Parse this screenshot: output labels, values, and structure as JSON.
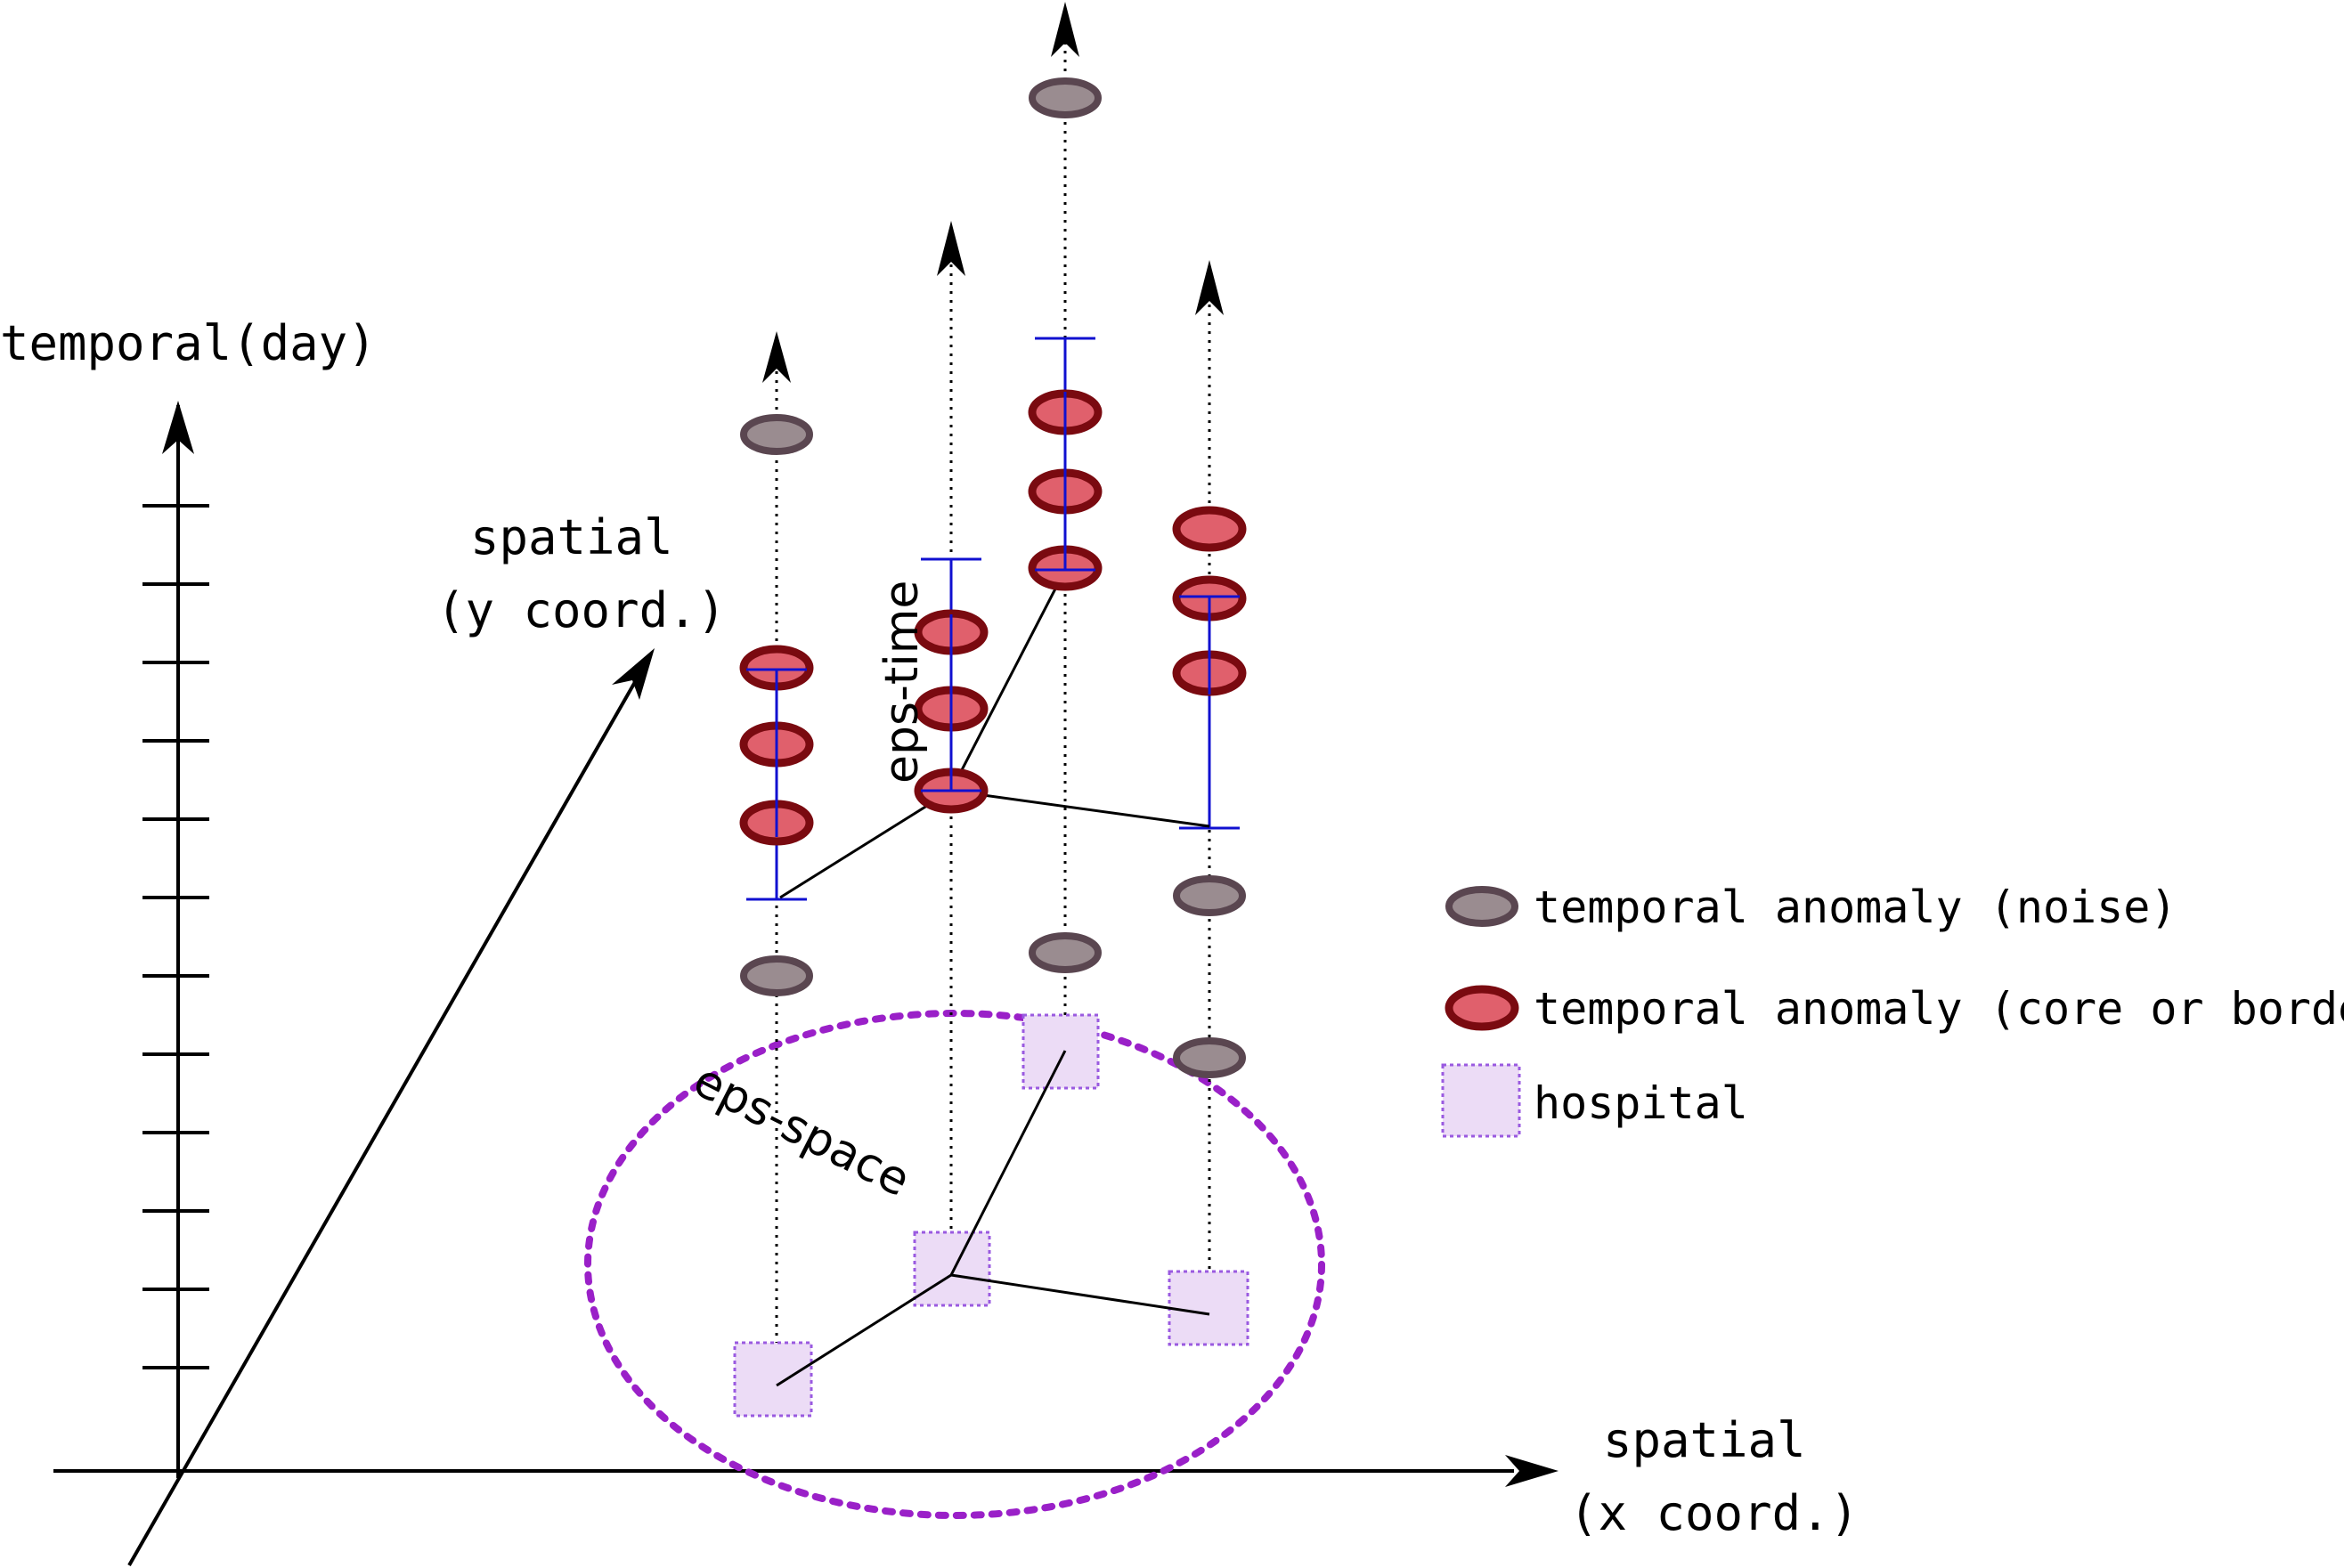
{
  "axes": {
    "temporal_label": "temporal(day)",
    "y_label_line1": "spatial",
    "y_label_line2": "(y coord.)",
    "x_label_line1": "spatial",
    "x_label_line2": "(x coord.)"
  },
  "annotations": {
    "eps_time": "eps-time",
    "eps_space": "eps-space"
  },
  "legend": {
    "noise": "temporal anomaly (noise)",
    "core": "temporal anomaly (core or border)",
    "hospital": "hospital"
  },
  "colors": {
    "noise_fill": "#9a8c90",
    "noise_stroke": "#5a4650",
    "core_fill": "#e0606c",
    "core_stroke": "#7a0a10",
    "hospital_fill": "#ecdcf6",
    "hospital_stroke": "#9a5ae0",
    "eps_space_stroke": "#9a20c8",
    "eps_time_stroke": "#1010d0"
  }
}
